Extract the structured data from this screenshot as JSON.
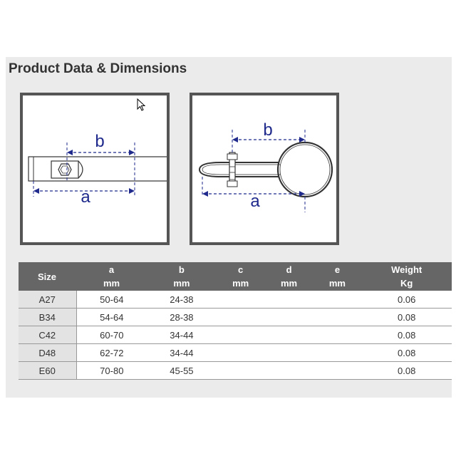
{
  "section": {
    "title": "Product Data & Dimensions"
  },
  "diagram_left": {
    "label_a": "a",
    "label_b": "b"
  },
  "diagram_right": {
    "label_a": "a",
    "label_b": "b"
  },
  "colors": {
    "dimension": "#1f2a8c",
    "panel_border": "#555555",
    "header_bg": "#666666"
  },
  "table": {
    "headers": [
      {
        "line1": "Size",
        "line2": ""
      },
      {
        "line1": "a",
        "line2": "mm"
      },
      {
        "line1": "b",
        "line2": "mm"
      },
      {
        "line1": "c",
        "line2": "mm"
      },
      {
        "line1": "d",
        "line2": "mm"
      },
      {
        "line1": "e",
        "line2": "mm"
      },
      {
        "line1": "Weight",
        "line2": "Kg"
      }
    ],
    "rows": [
      {
        "size": "A27",
        "a": "50-64",
        "b": "24-38",
        "c": "",
        "d": "",
        "e": "",
        "weight": "0.06"
      },
      {
        "size": "B34",
        "a": "54-64",
        "b": "28-38",
        "c": "",
        "d": "",
        "e": "",
        "weight": "0.08"
      },
      {
        "size": "C42",
        "a": "60-70",
        "b": "34-44",
        "c": "",
        "d": "",
        "e": "",
        "weight": "0.08"
      },
      {
        "size": "D48",
        "a": "62-72",
        "b": "34-44",
        "c": "",
        "d": "",
        "e": "",
        "weight": "0.08"
      },
      {
        "size": "E60",
        "a": "70-80",
        "b": "45-55",
        "c": "",
        "d": "",
        "e": "",
        "weight": "0.08"
      }
    ]
  }
}
